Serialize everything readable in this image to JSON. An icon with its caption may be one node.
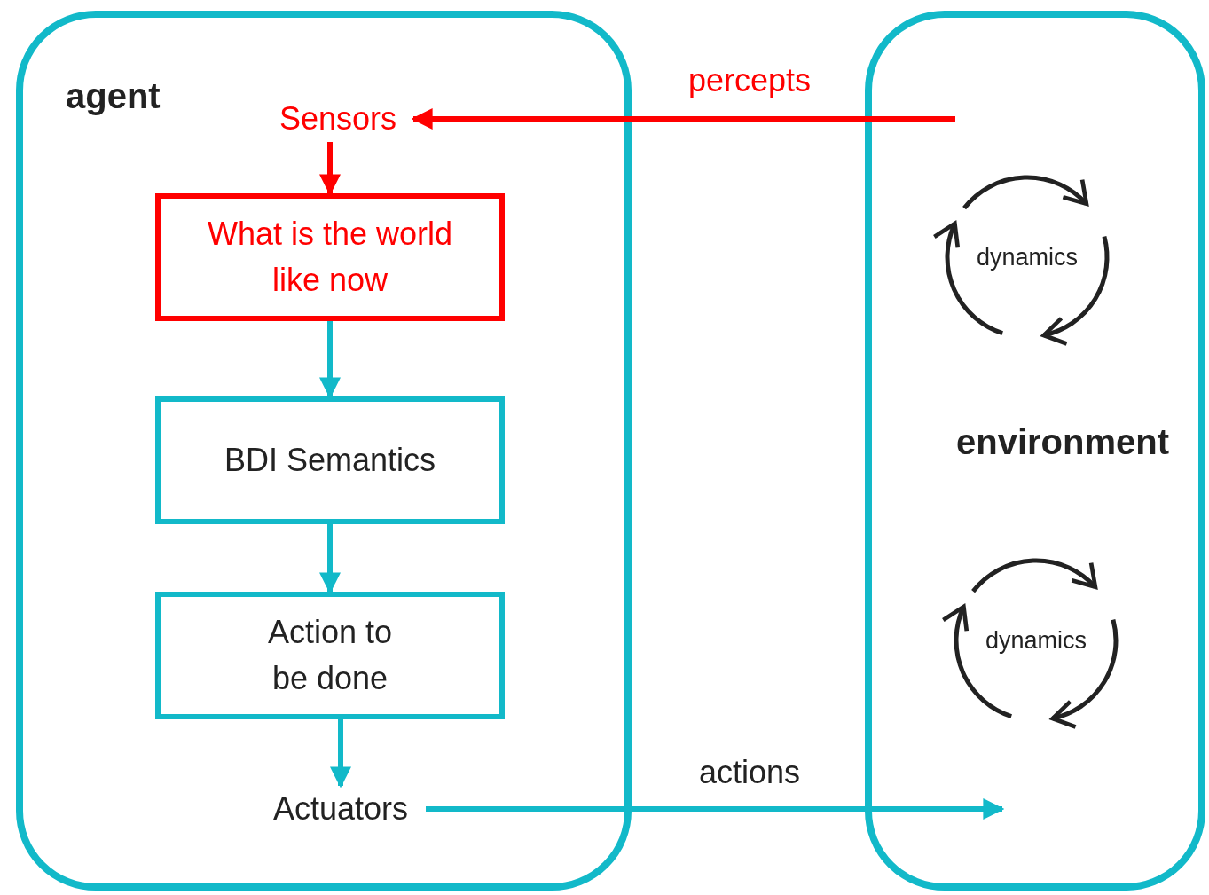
{
  "diagram": {
    "nodes": [
      {
        "text": [
          "agent"
        ]
      },
      {
        "text": [
          "Sensors"
        ],
        "in": 0
      },
      {
        "text": [
          "What is the world like now"
        ],
        "in": 0
      },
      {
        "text": [
          "BDI Semantics"
        ],
        "in": 0
      },
      {
        "text": [
          "Action to be done"
        ],
        "in": 0
      },
      {
        "text": [
          "Actuators"
        ],
        "in": 0
      },
      {
        "text": [
          "environment"
        ]
      },
      {
        "text": [
          "dynamics"
        ],
        "in": 6
      },
      {
        "text": [
          "dynamics"
        ],
        "in": 6
      }
    ],
    "edges": [
      {
        "from": null,
        "to": 1,
        "arrow": "to",
        "label": "percepts",
        "color": "#ff0000"
      },
      {
        "from": 1,
        "to": 2,
        "arrow": "to",
        "color": "#ff0000"
      },
      {
        "from": 2,
        "to": 3,
        "arrow": "to"
      },
      {
        "from": 3,
        "to": 4,
        "arrow": "to"
      },
      {
        "from": 4,
        "to": 5,
        "arrow": "to"
      },
      {
        "from": 5,
        "to": null,
        "arrow": "to",
        "label": "actions"
      }
    ]
  }
}
